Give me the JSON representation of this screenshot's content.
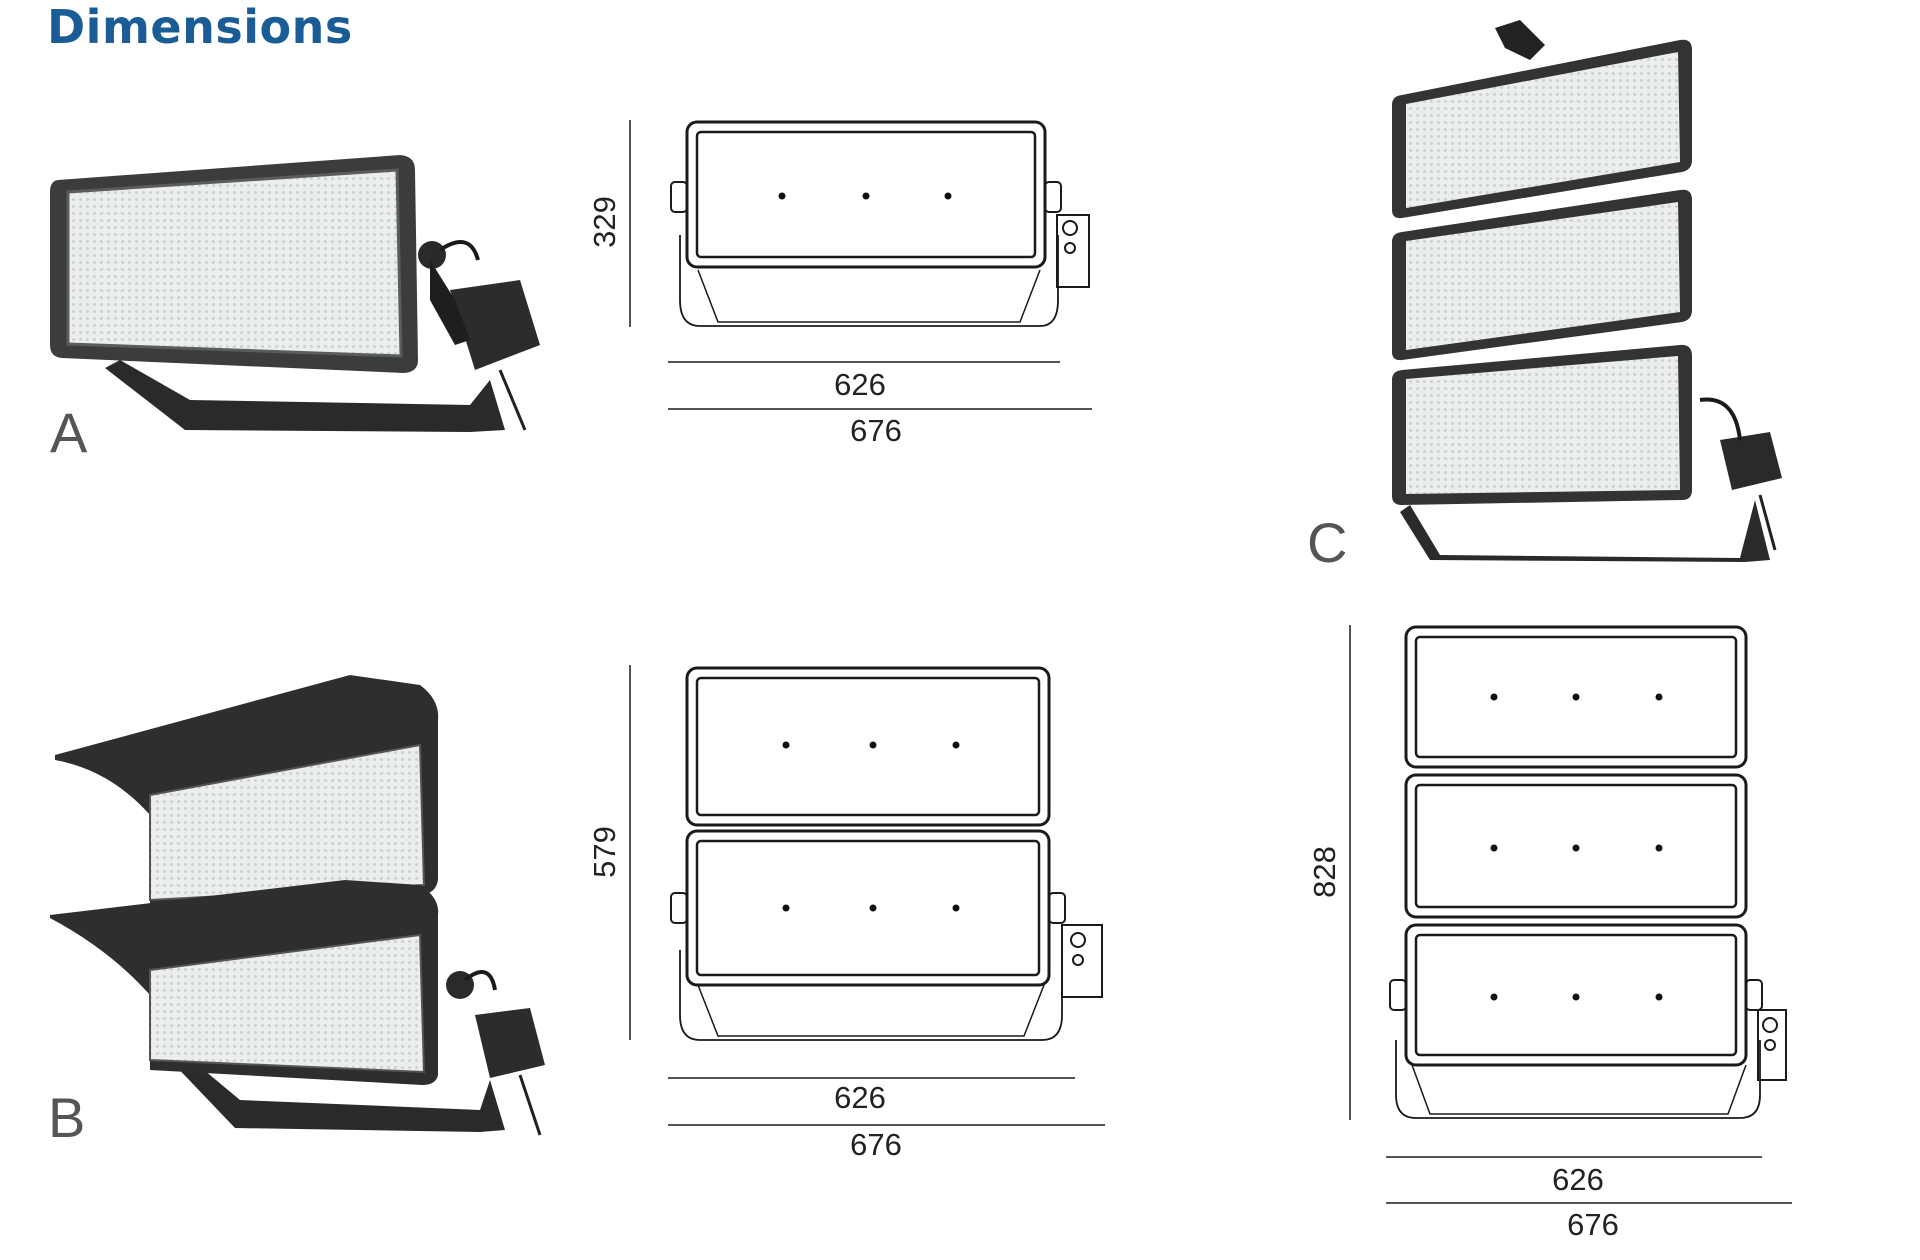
{
  "page": {
    "title": "Dimensions"
  },
  "variants": [
    {
      "letter": "A",
      "dimensions": {
        "height": "329",
        "inner_width": "626",
        "overall_width": "676"
      }
    },
    {
      "letter": "B",
      "dimensions": {
        "height": "579",
        "inner_width": "626",
        "overall_width": "676"
      }
    },
    {
      "letter": "C",
      "dimensions": {
        "height": "828",
        "inner_width": "626",
        "overall_width": "676"
      }
    }
  ]
}
